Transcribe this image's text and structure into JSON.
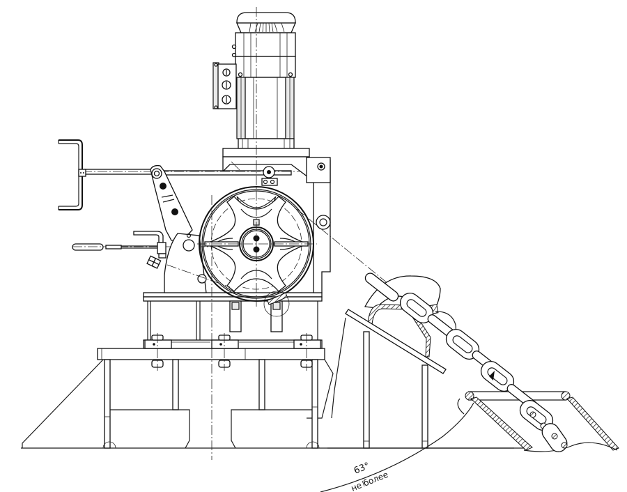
{
  "drawing": {
    "subject": "Anchor windlass with chain stopper, hawse pipe and foundation (side view)",
    "annotations": {
      "angle_value": "63°",
      "angle_note": "не более"
    },
    "components": [
      {
        "id": "electric-motor",
        "label": "Electric motor with fan cowl"
      },
      {
        "id": "terminal-box",
        "label": "Motor terminal box"
      },
      {
        "id": "gearbox",
        "label": "Gearbox"
      },
      {
        "id": "cable-lifter",
        "label": "Chain wheel (cable lifter)"
      },
      {
        "id": "brake-handle",
        "label": "Band brake handle"
      },
      {
        "id": "clutch-lever",
        "label": "Clutch lever"
      },
      {
        "id": "foundation",
        "label": "Deck foundation"
      },
      {
        "id": "chain-stopper",
        "label": "Chain stopper"
      },
      {
        "id": "hawse-pipe",
        "label": "Hawse pipe"
      },
      {
        "id": "anchor-chain",
        "label": "Anchor chain"
      }
    ],
    "colors": {
      "line": "#111111",
      "background": "#ffffff",
      "shade": "#e9e9e9"
    }
  }
}
